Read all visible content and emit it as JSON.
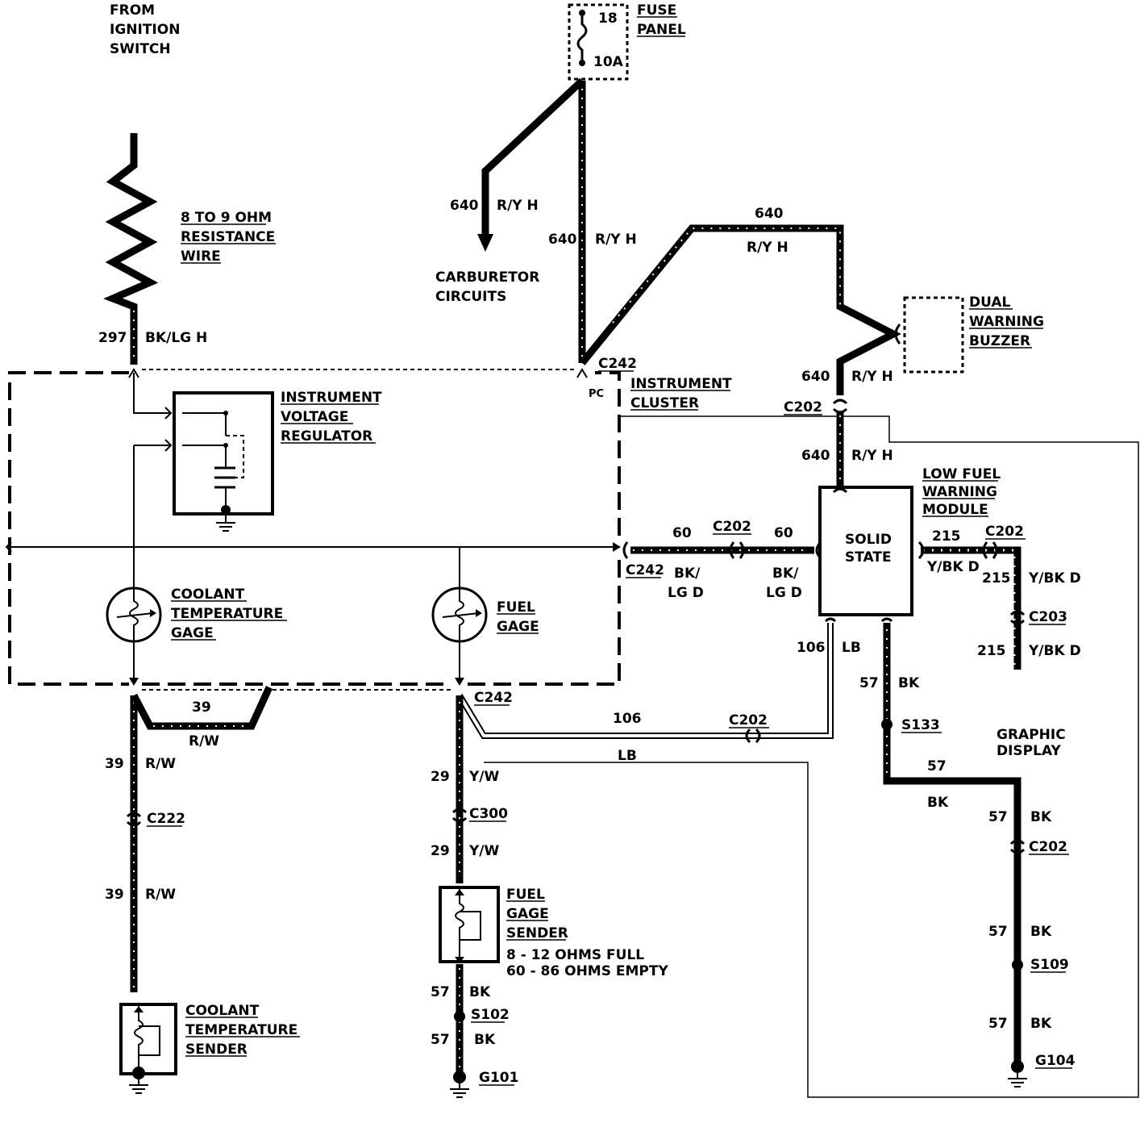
{
  "labels": {
    "from_ignition": [
      "FROM",
      "IGNITION",
      "SWITCH"
    ],
    "fuse_num": "18",
    "fuse_amp": "10A",
    "fuse_panel": [
      "FUSE",
      "PANEL"
    ],
    "resistance_wire": [
      "8 TO 9 OHM",
      "RESISTANCE",
      "WIRE"
    ],
    "carb_circuits": [
      "CARBURETOR",
      "CIRCUITS"
    ],
    "dual_buzzer": [
      "DUAL",
      "WARNING",
      "BUZZER"
    ],
    "instr_cluster": [
      "INSTRUMENT",
      "CLUSTER"
    ],
    "ivr": [
      "INSTRUMENT",
      "VOLTAGE",
      "REGULATOR"
    ],
    "low_fuel": [
      "LOW FUEL",
      "WARNING",
      "MODULE"
    ],
    "solid_state": [
      "SOLID",
      "STATE"
    ],
    "coolant_gage": [
      "COOLANT",
      "TEMPERATURE",
      "GAGE"
    ],
    "fuel_gage": [
      "FUEL",
      "GAGE"
    ],
    "graphic_display": [
      "GRAPHIC",
      "DISPLAY"
    ],
    "fuel_sender": [
      "FUEL",
      "GAGE",
      "SENDER"
    ],
    "fuel_sender_spec": [
      "8 - 12 OHMS FULL",
      "60 - 86 OHMS EMPTY"
    ],
    "coolant_sender": [
      "COOLANT",
      "TEMPERATURE",
      "SENDER"
    ],
    "pc": "PC"
  },
  "wire_labels": {
    "w297": "297",
    "bklg_h": "BK/LG H",
    "w640": "640",
    "ry_h": "R/Y H",
    "w60": "60",
    "bklg_d": [
      "BK/",
      "LG  D"
    ],
    "w215": "215",
    "ybk_d": "Y/BK  D",
    "ybk_d2": "Y/BK D",
    "w106": "106",
    "lb": "LB",
    "w57": "57",
    "bk": "BK",
    "w39": "39",
    "rw": "R/W",
    "w29": "29",
    "yw": "Y/W"
  },
  "connectors": {
    "c242": "C242",
    "c202": "C202",
    "c203": "C203",
    "c222": "C222",
    "c300": "C300",
    "s133": "S133",
    "s109": "S109",
    "s102": "S102",
    "g101": "G101",
    "g104": "G104"
  }
}
